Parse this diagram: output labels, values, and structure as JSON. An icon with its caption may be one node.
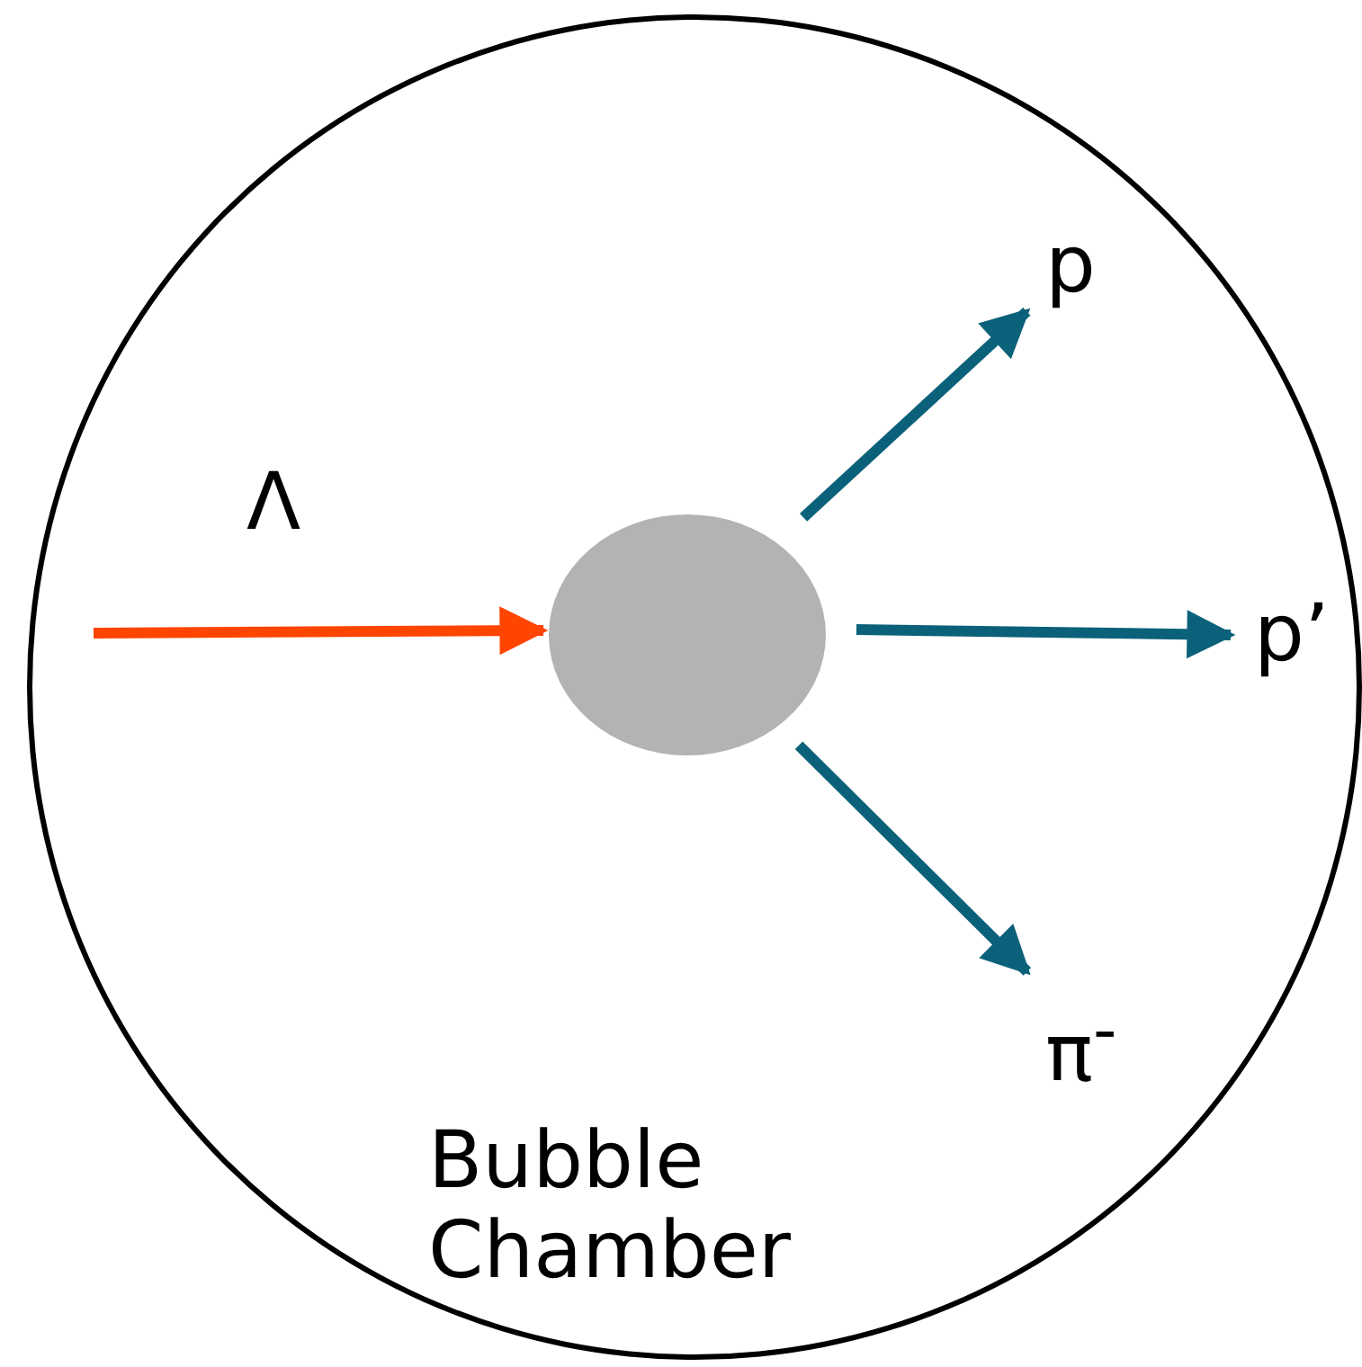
{
  "diagram": {
    "nodes": [
      {
        "text": [
          "Bubble Chamber"
        ]
      },
      {
        "text": [],
        "shape": "circle",
        "in": 0
      },
      {
        "text": [
          "p"
        ],
        "in": 0
      },
      {
        "text": [
          "p’"
        ],
        "in": 0
      },
      {
        "text": [
          "π$^{-}$"
        ],
        "in": 0
      }
    ],
    "edges": [
      {
        "from": null,
        "to": 1,
        "arrow": "to",
        "label": "Λ",
        "color": "#ff4500"
      },
      {
        "from": 1,
        "to": 2,
        "arrow": "to"
      },
      {
        "from": 1,
        "to": 3,
        "arrow": "to"
      },
      {
        "from": 1,
        "to": 4,
        "arrow": "to"
      }
    ]
  }
}
